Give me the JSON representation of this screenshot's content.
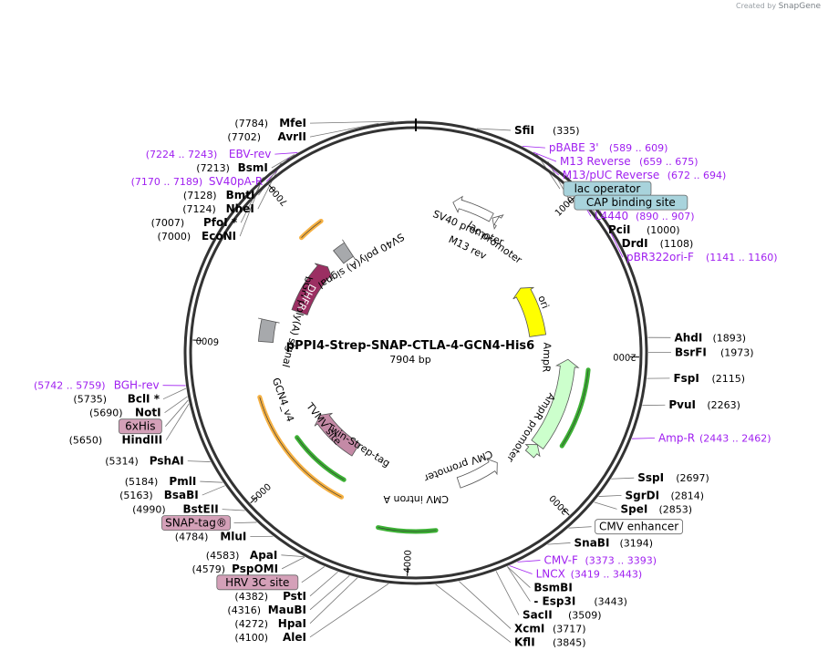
{
  "credit": {
    "prefix": "Created by",
    "brand": "SnapGene"
  },
  "plasmid": {
    "name": "pPPI4-Strep-SNAP-CTLA-4-GCN4-His6",
    "size_label": "7904 bp",
    "length": 7904
  },
  "colors": {
    "ring": "#333333",
    "site": "#000000",
    "primer": "#a020f0",
    "leader": "#777777",
    "dhfr": "#9b2f62",
    "ori": "#ffff00",
    "ampr": "#ccffcc",
    "gray": "#a7a9ac",
    "tag": "#d4a0b8",
    "orange": "#f5b042",
    "green": "#3cb034",
    "lac": "#6fa9b4",
    "cap": "#a8d3dc"
  },
  "ticks": [
    {
      "label": "1000",
      "pos": 1000
    },
    {
      "label": "2000",
      "pos": 2000
    },
    {
      "label": "3000",
      "pos": 3000
    },
    {
      "label": "4000",
      "pos": 4000
    },
    {
      "label": "5000",
      "pos": 5000
    },
    {
      "label": "6000",
      "pos": 6000
    },
    {
      "label": "7000",
      "pos": 7000
    }
  ],
  "labels": [
    {
      "name": "MfeI",
      "pos": "(7784)",
      "kind": "site",
      "at": 7784,
      "layout": "L"
    },
    {
      "name": "AvrII",
      "pos": "(7702)",
      "kind": "site",
      "at": 7702,
      "layout": "L"
    },
    {
      "name": "SfiI",
      "pos": "(335)",
      "kind": "site",
      "at": 335,
      "layout": "R"
    },
    {
      "name": "pBABE 3'",
      "pos": "(589 .. 609)",
      "kind": "primer",
      "at": 599,
      "layout": "R"
    },
    {
      "name": "M13 Reverse",
      "pos": "(659 .. 675)",
      "kind": "primer",
      "at": 667,
      "layout": "R"
    },
    {
      "name": "lac operator",
      "pos": "",
      "kind": "box",
      "at": 690,
      "fill": "#a8d3dc",
      "layout": "R"
    },
    {
      "name": "M13/pUC Reverse",
      "pos": "(672 .. 694)",
      "kind": "primer",
      "at": 683,
      "layout": "R"
    },
    {
      "name": "CAP binding site",
      "pos": "",
      "kind": "box",
      "at": 760,
      "fill": "#a8d3dc",
      "layout": "R"
    },
    {
      "name": "L4440",
      "pos": "(890 .. 907)",
      "kind": "primer",
      "at": 898,
      "layout": "R"
    },
    {
      "name": "PciI",
      "pos": "(1000)",
      "kind": "site",
      "at": 1000,
      "layout": "R"
    },
    {
      "name": "DrdI",
      "pos": "(1108)",
      "kind": "site",
      "at": 1108,
      "layout": "R"
    },
    {
      "name": "pBR322ori-F",
      "pos": "(1141 .. 1160)",
      "kind": "primer",
      "at": 1150,
      "layout": "R"
    },
    {
      "name": "EBV-rev",
      "pos": "(7224 .. 7243)",
      "kind": "primer",
      "at": 7233,
      "layout": "L"
    },
    {
      "name": "BsmI",
      "pos": "(7213)",
      "kind": "site",
      "at": 7213,
      "layout": "L"
    },
    {
      "name": "SV40pA-R",
      "pos": "(7170 .. 7189)",
      "kind": "primer",
      "at": 7180,
      "layout": "L"
    },
    {
      "name": "BmtI",
      "pos": "(7128)",
      "kind": "site",
      "at": 7128,
      "layout": "L"
    },
    {
      "name": "NheI",
      "pos": "(7124)",
      "kind": "site",
      "at": 7124,
      "layout": "L"
    },
    {
      "name": "PfoI *",
      "pos": "(7007)",
      "kind": "site",
      "at": 7007,
      "layout": "L"
    },
    {
      "name": "EcoNI",
      "pos": "(7000)",
      "kind": "site",
      "at": 7000,
      "layout": "L"
    },
    {
      "name": "AhdI",
      "pos": "(1893)",
      "kind": "site",
      "at": 1893,
      "layout": "R"
    },
    {
      "name": "BsrFI",
      "pos": "(1973)",
      "kind": "site",
      "at": 1973,
      "layout": "R"
    },
    {
      "name": "FspI",
      "pos": "(2115)",
      "kind": "site",
      "at": 2115,
      "layout": "R"
    },
    {
      "name": "PvuI",
      "pos": "(2263)",
      "kind": "site",
      "at": 2263,
      "layout": "R"
    },
    {
      "name": "Amp-R",
      "pos": "(2443 .. 2462)",
      "kind": "primer",
      "at": 2452,
      "layout": "R"
    },
    {
      "name": "SspI",
      "pos": "(2697)",
      "kind": "site",
      "at": 2697,
      "layout": "R"
    },
    {
      "name": "SgrDI",
      "pos": "(2814)",
      "kind": "site",
      "at": 2814,
      "layout": "R"
    },
    {
      "name": "SpeI",
      "pos": "(2853)",
      "kind": "site",
      "at": 2853,
      "layout": "R"
    },
    {
      "name": "CMV enhancer",
      "pos": "",
      "kind": "box",
      "at": 3050,
      "fill": "#ffffff",
      "layout": "R"
    },
    {
      "name": "SnaBI",
      "pos": "(3194)",
      "kind": "site",
      "at": 3194,
      "layout": "R"
    },
    {
      "name": "CMV-F",
      "pos": "(3373 .. 3393)",
      "kind": "primer",
      "at": 3383,
      "layout": "R"
    },
    {
      "name": "LNCX",
      "pos": "(3419 .. 3443)",
      "kind": "primer",
      "at": 3431,
      "layout": "R"
    },
    {
      "name": "BsmBI",
      "pos": "",
      "kind": "site",
      "at": 3443,
      "layout": "R"
    },
    {
      "name": "- Esp3I",
      "pos": "(3443)",
      "kind": "site",
      "at": 3443,
      "layout": "R"
    },
    {
      "name": "SacII",
      "pos": "(3509)",
      "kind": "site",
      "at": 3509,
      "layout": "R"
    },
    {
      "name": "XcmI",
      "pos": "(3717)",
      "kind": "site",
      "at": 3717,
      "layout": "R"
    },
    {
      "name": "KflI",
      "pos": "(3845)",
      "kind": "site",
      "at": 3845,
      "layout": "R"
    },
    {
      "name": "BGH-rev",
      "pos": "(5742 .. 5759)",
      "kind": "primer",
      "at": 5750,
      "layout": "L"
    },
    {
      "name": "BclI *",
      "pos": "(5735)",
      "kind": "site",
      "at": 5735,
      "layout": "L"
    },
    {
      "name": "NotI",
      "pos": "(5690)",
      "kind": "site",
      "at": 5690,
      "layout": "L"
    },
    {
      "name": "6xHis",
      "pos": "",
      "kind": "box",
      "at": 5670,
      "fill": "#d4a0b8",
      "layout": "L"
    },
    {
      "name": "HindIII",
      "pos": "(5650)",
      "kind": "site",
      "at": 5650,
      "layout": "L"
    },
    {
      "name": "PshAI",
      "pos": "(5314)",
      "kind": "site",
      "at": 5314,
      "layout": "L"
    },
    {
      "name": "PmlI",
      "pos": "(5184)",
      "kind": "site",
      "at": 5184,
      "layout": "L"
    },
    {
      "name": "BsaBI",
      "pos": "(5163)",
      "kind": "site",
      "at": 5163,
      "layout": "L"
    },
    {
      "name": "BstEII",
      "pos": "(4990)",
      "kind": "site",
      "at": 4990,
      "layout": "L"
    },
    {
      "name": "SNAP-tag®",
      "pos": "",
      "kind": "box",
      "at": 4900,
      "fill": "#d4a0b8",
      "layout": "L"
    },
    {
      "name": "MluI",
      "pos": "(4784)",
      "kind": "site",
      "at": 4784,
      "layout": "L"
    },
    {
      "name": "ApaI",
      "pos": "(4583)",
      "kind": "site",
      "at": 4583,
      "layout": "L"
    },
    {
      "name": "PspOMI",
      "pos": "(4579)",
      "kind": "site",
      "at": 4579,
      "layout": "L"
    },
    {
      "name": "HRV 3C site",
      "pos": "",
      "kind": "box",
      "at": 4460,
      "fill": "#d4a0b8",
      "layout": "L"
    },
    {
      "name": "PstI",
      "pos": "(4382)",
      "kind": "site",
      "at": 4382,
      "layout": "L"
    },
    {
      "name": "MauBI",
      "pos": "(4316)",
      "kind": "site",
      "at": 4316,
      "layout": "L"
    },
    {
      "name": "HpaI",
      "pos": "(4272)",
      "kind": "site",
      "at": 4272,
      "layout": "L"
    },
    {
      "name": "AleI",
      "pos": "(4100)",
      "kind": "site",
      "at": 4100,
      "layout": "L"
    }
  ],
  "features": [
    {
      "name": "DHFR",
      "start": 6350,
      "end": 6900,
      "fill": "#9b2f62",
      "radius": 135,
      "width": 18,
      "dir": 1,
      "label_inside": true
    },
    {
      "name": "ori",
      "start": 1280,
      "end": 1800,
      "fill": "#ffff00",
      "radius": 135,
      "width": 18,
      "dir": -1,
      "label_inside": true
    },
    {
      "name": "AmpR",
      "start": 2030,
      "end": 2790,
      "fill": "#ccffcc",
      "radius": 167,
      "width": 16,
      "dir": -1,
      "label_inside": false
    },
    {
      "name": "AmpR promoter",
      "start": 2790,
      "end": 2890,
      "fill": "#ccffcc",
      "radius": 167,
      "width": 12,
      "dir": -1,
      "label_inside": false
    },
    {
      "name": "CMV promoter",
      "start": 3150,
      "end": 3550,
      "fill": "#ffffff",
      "radius": 150,
      "width": 12,
      "dir": -1,
      "label_inside": false
    },
    {
      "name": "SV40 promoter",
      "start": 305,
      "end": 640,
      "fill": "#ffffff",
      "radius": 170,
      "width": 10,
      "dir": -1,
      "label_inside": false
    },
    {
      "name": "lac promoter",
      "start": 650,
      "end": 690,
      "fill": "#ffffff",
      "radius": 170,
      "width": 10,
      "dir": -1,
      "label_inside": false
    },
    {
      "name": "Twin-Strep-tag",
      "start": 4650,
      "end": 5200,
      "fill": "#c48aa6",
      "radius": 125,
      "width": 16,
      "dir": 1,
      "label_inside": false
    },
    {
      "name": "SV40 poly(A) signal",
      "start": 7050,
      "end": 7180,
      "fill": "#a7a9ac",
      "radius": 135,
      "width": 18,
      "dir": 0,
      "label_inside": false
    },
    {
      "name": "bGH poly(A) signal",
      "start": 6020,
      "end": 6200,
      "fill": "#a7a9ac",
      "radius": 165,
      "width": 16,
      "dir": 0,
      "label_inside": false
    }
  ],
  "inner_labels": [
    {
      "text": "SV40 promoter",
      "at": 500,
      "r": 148
    },
    {
      "text": "M13 rev",
      "at": 575,
      "r": 128
    },
    {
      "text": "lac promoter",
      "at": 780,
      "r": 148
    },
    {
      "text": "ori",
      "at": 1500,
      "r": 150
    },
    {
      "text": "AmpR",
      "at": 2020,
      "r": 143
    },
    {
      "text": "AmpR promoter",
      "at": 2700,
      "r": 150
    },
    {
      "text": "CMV promoter",
      "at": 3500,
      "r": 132
    },
    {
      "text": "CMV intron A",
      "at": 3950,
      "r": 160
    },
    {
      "text": "Twin-Strep-tag",
      "at": 4650,
      "r": 120
    },
    {
      "text": "TVMV site",
      "at": 5100,
      "r": 128
    },
    {
      "text": "GCN4_v4",
      "at": 5500,
      "r": 155
    },
    {
      "text": "bGH poly(A) signal",
      "at": 6250,
      "r": 135
    },
    {
      "text": "DHFR",
      "at": 6520,
      "r": 135
    },
    {
      "text": "SV40 poly(A) signal",
      "at": 7230,
      "r": 118
    }
  ]
}
